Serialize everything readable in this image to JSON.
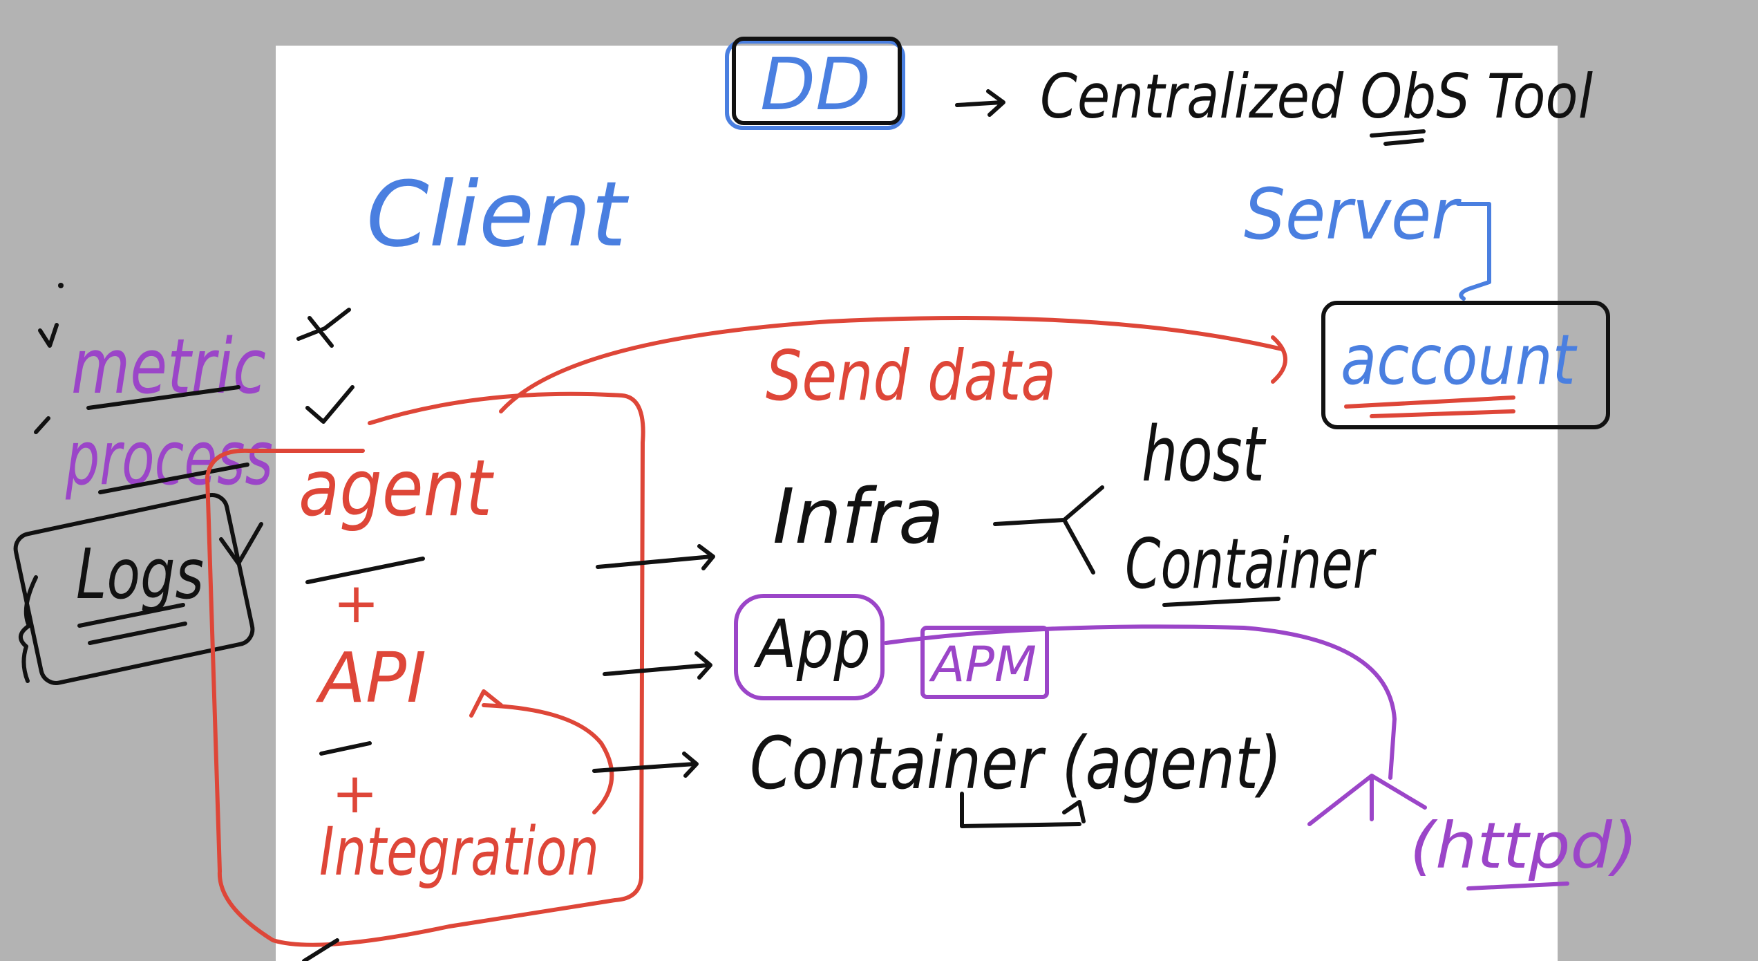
{
  "colors": {
    "background": "#b3b3b3",
    "board": "#ffffff",
    "blue": "#4a7fe0",
    "red": "#de4638",
    "purple": "#9b45c8",
    "black": "#111111"
  },
  "header": {
    "badge": "DD",
    "description": "Centralized ObS Tool"
  },
  "client": {
    "title": "Client",
    "items": [
      "metric",
      "process",
      "Logs"
    ]
  },
  "server": {
    "title": "Server",
    "account": "account"
  },
  "flow": {
    "send_label": "Send data"
  },
  "agent_box": {
    "agent": "agent",
    "plus_1": "+",
    "api": "API",
    "plus_2": "+",
    "integration": "Integration"
  },
  "targets": {
    "infra": "Infra",
    "host": "host",
    "container_branch": "Container",
    "app": "App",
    "apm": "APM",
    "container_agent": "Container (agent)",
    "httpd": "(httpd)"
  }
}
